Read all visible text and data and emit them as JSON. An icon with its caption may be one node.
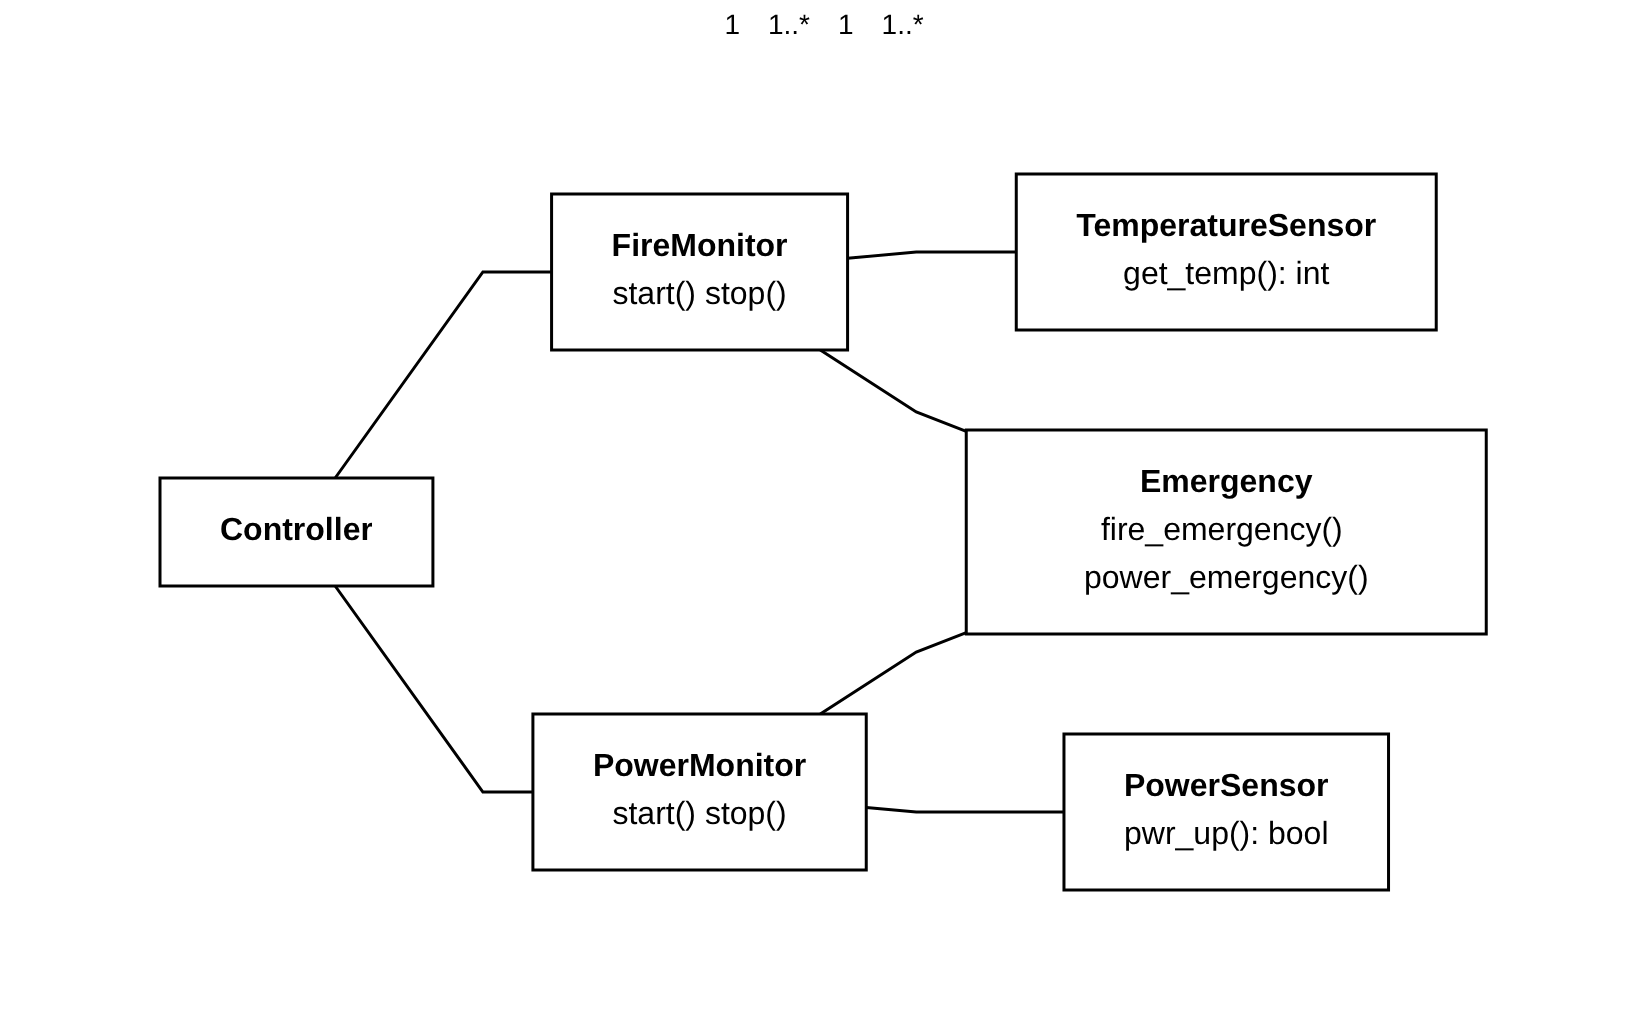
{
  "diagram": {
    "nodes": [
      {
        "text": [
          "FireMonitor",
          "start() stop()"
        ]
      },
      {
        "text": [
          "TemperatureSensor",
          "get_temp(): int"
        ]
      },
      {
        "text": [
          "Emergency",
          "fire_emergency() power_emergency()"
        ]
      },
      {
        "text": [
          "Controller"
        ]
      },
      {
        "text": [
          "PowerMonitor",
          "start() stop()"
        ]
      },
      {
        "text": [
          "PowerSensor",
          "pwr_up(): bool"
        ]
      }
    ],
    "edges": [
      {
        "from": 0,
        "to": 1,
        "arrow": "none"
      },
      {
        "from": 3,
        "to": 0,
        "arrow": "none"
      },
      {
        "from": 0,
        "to": 2,
        "arrow": "none"
      },
      {
        "from": 3,
        "to": 4,
        "arrow": "none"
      },
      {
        "from": 4,
        "to": 2,
        "arrow": "none"
      },
      {
        "from": 4,
        "to": 5,
        "arrow": "none"
      }
    ],
    "labels": [
      "1",
      "1..*",
      "1",
      "1..*"
    ]
  }
}
